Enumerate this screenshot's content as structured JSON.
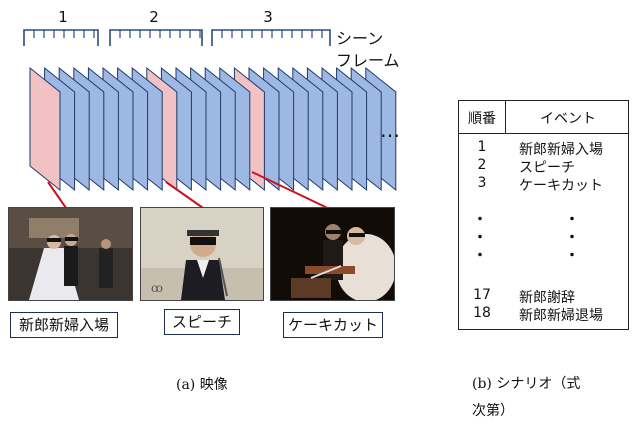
{
  "scene_numbers": [
    "1",
    "2",
    "3"
  ],
  "legend": {
    "scene": "シーン",
    "frame": "フレーム"
  },
  "ellipsis": "…",
  "colors": {
    "frame_fill": "#9db8e2",
    "frame_stroke": "#1d3a6b",
    "key_frame_fill": "#f2c1c4",
    "connector": "#c8141e",
    "bracket": "#2a4a80"
  },
  "photos": [
    {
      "icon": "wedding-entrance-photo",
      "caption": "新郎新婦入場"
    },
    {
      "icon": "speech-photo",
      "caption": "スピーチ"
    },
    {
      "icon": "cake-cutting-photo",
      "caption": "ケーキカット"
    }
  ],
  "captions": {
    "video": "(a) 映像",
    "scenario_line1": "(b) シナリオ（式",
    "scenario_line2": "次第）"
  },
  "table": {
    "header_order": "順番",
    "header_event": "イベント",
    "rows": [
      {
        "order": "1",
        "event": "新郎新婦入場"
      },
      {
        "order": "2",
        "event": "スピーチ"
      },
      {
        "order": "3",
        "event": "ケーキカット"
      },
      {
        "order": "17",
        "event": "新郎謝辞"
      },
      {
        "order": "18",
        "event": "新郎新婦退場"
      }
    ],
    "gap_marker": "・"
  }
}
